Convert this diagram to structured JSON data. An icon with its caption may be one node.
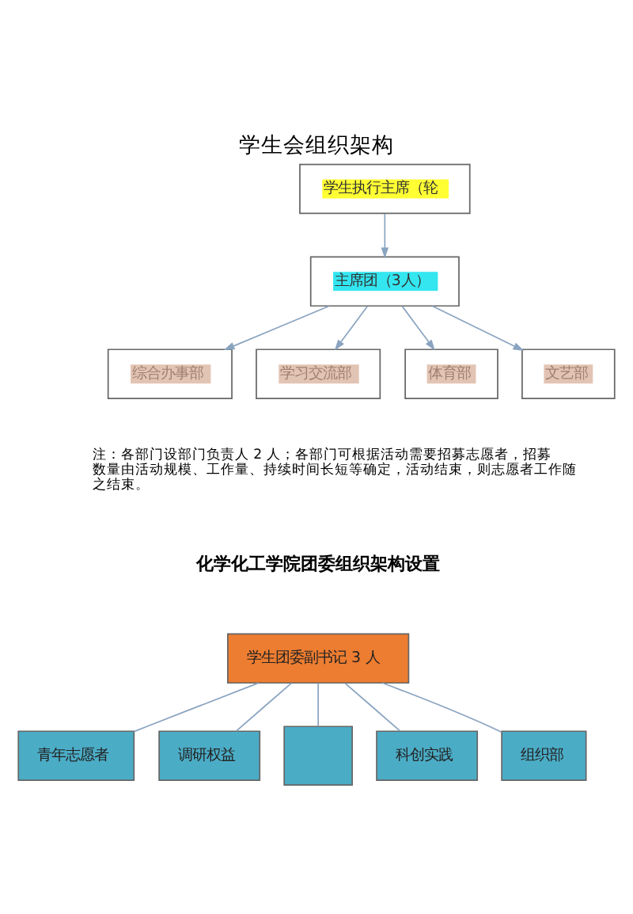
{
  "diagram": {
    "title": "学生会组织架构",
    "nodes": [
      {
        "text": [
          "学生执行主席（轮"
        ]
      },
      {
        "text": [
          "主席团（3人）"
        ]
      },
      {
        "text": [
          "综合办事部"
        ]
      },
      {
        "text": [
          "学习交流部"
        ]
      },
      {
        "text": [
          "体育部"
        ]
      },
      {
        "text": [
          "文艺部"
        ]
      },
      {
        "text": [
          "学生团委副书记 3 人"
        ]
      },
      {
        "text": [
          "青年志愿者"
        ]
      },
      {
        "text": [
          "调研权益"
        ]
      },
      {
        "text": [],
        "shape": "box"
      },
      {
        "text": [
          "科创实践"
        ]
      },
      {
        "text": [
          "组织部"
        ]
      }
    ],
    "edges": [
      {
        "from": 0,
        "to": 1,
        "arrow": "to"
      },
      {
        "from": 1,
        "to": 2,
        "arrow": "to"
      },
      {
        "from": 1,
        "to": 3,
        "arrow": "to"
      },
      {
        "from": 1,
        "to": 4,
        "arrow": "to"
      },
      {
        "from": 1,
        "to": 5,
        "arrow": "to"
      },
      {
        "from": 6,
        "to": 7,
        "arrow": "none"
      },
      {
        "from": 6,
        "to": 8,
        "arrow": "none"
      },
      {
        "from": 6,
        "to": 9,
        "arrow": "none"
      },
      {
        "from": 6,
        "to": 10,
        "arrow": "none"
      },
      {
        "from": 6,
        "to": 11,
        "arrow": "none"
      }
    ],
    "labels": [
      "注：各部门设部门负责人 2 人；各部门可根据活动需要招募志愿者，招募数量由活动规模、工作量、持续时间长短等确定，活动结束，则志愿者工作随之结束。",
      "化学化工学院团委组织架构设置"
    ]
  }
}
